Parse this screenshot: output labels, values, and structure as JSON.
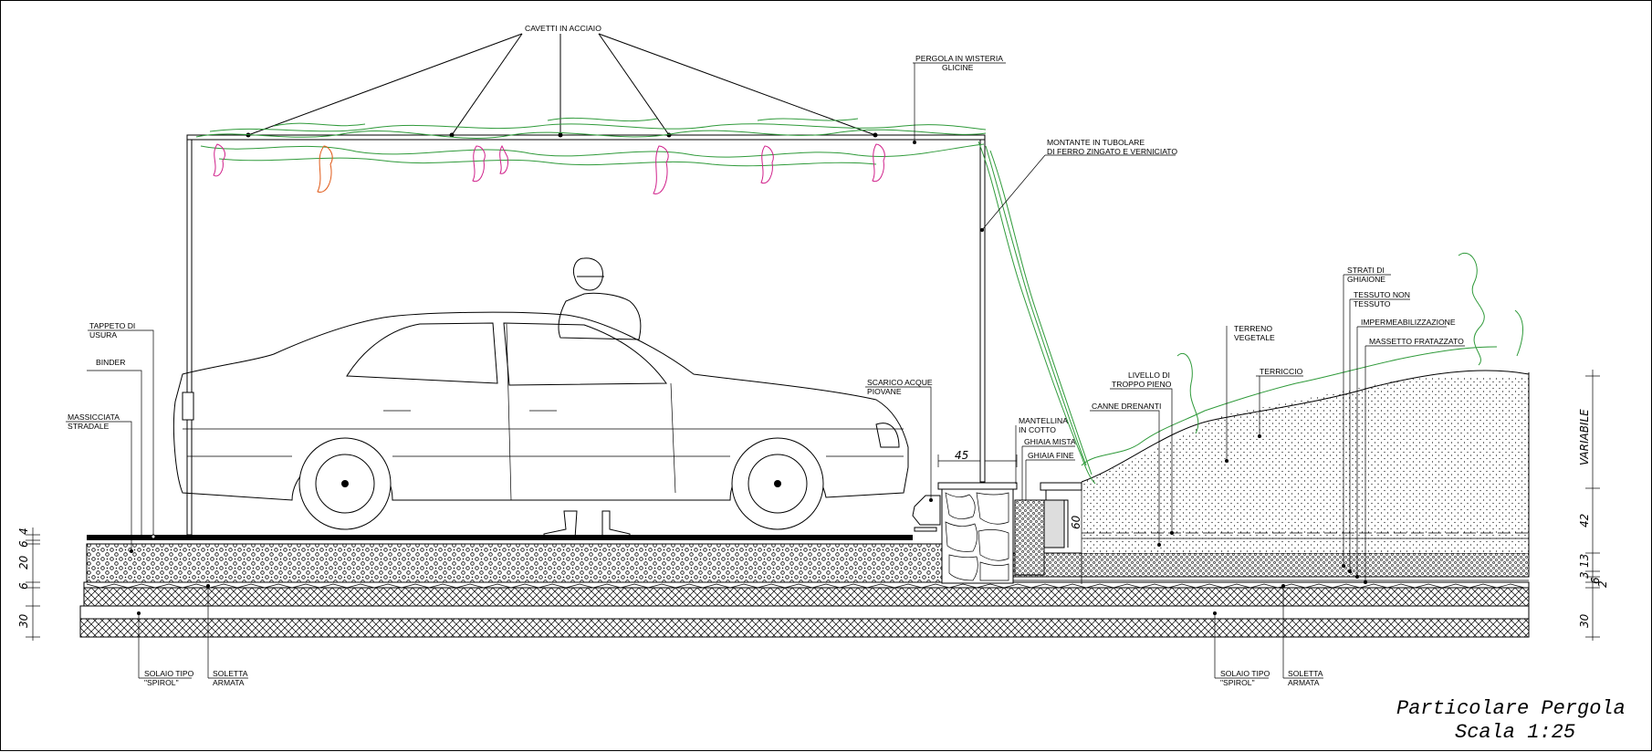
{
  "title": {
    "line1": "Particolare Pergola",
    "line2": "Scala 1:25"
  },
  "labels": {
    "cavetti": "CAVETTI IN ACCIAIO",
    "pergola1": "PERGOLA IN WISTERIA",
    "pergola2": "GLICINE",
    "montante1": "MONTANTE IN TUBOLARE",
    "montante2": "DI FERRO ZINGATO E VERNICIATO",
    "tappeto1": "TAPPETO DI",
    "tappeto2": "USURA",
    "binder": "BINDER",
    "massicciata1": "MASSICCIATA",
    "massicciata2": "STRADALE",
    "scarico1": "SCARICO ACQUE",
    "scarico2": "PIOVANE",
    "mantellina1": "MANTELLINA",
    "mantellina2": "IN COTTO",
    "ghiaia_mista": "GHIAIA MISTA",
    "ghiaia_fine": "GHIAIA FINE",
    "canne": "CANNE DRENANTI",
    "livello1": "LIVELLO DI",
    "livello2": "TROPPO PIENO",
    "terreno1": "TERRENO",
    "terreno2": "VEGETALE",
    "terriccio": "TERRICCIO",
    "strati1": "STRATI DI",
    "strati2": "GHIAIONE",
    "tessuto1": "TESSUTO NON",
    "tessuto2": "TESSUTO",
    "imperm": "IMPERMEABILIZZAZIONE",
    "massetto": "MASSETTO FRATAZZATO",
    "solaio_l1": "SOLAIO TIPO",
    "solaio_l2": "\"SPIROL\"",
    "soletta_l1": "SOLETTA",
    "soletta_l2": "ARMATA",
    "solaio_r1": "SOLAIO TIPO",
    "solaio_r2": "\"SPIROL\"",
    "soletta_r1": "SOLETTA",
    "soletta_r2": "ARMATA"
  },
  "dimensions": {
    "left": [
      "4",
      "6",
      "20",
      "6",
      "30"
    ],
    "right": [
      "VARIABILE",
      "42",
      "13",
      "3",
      "6",
      "2",
      "30"
    ],
    "width_45": "45",
    "height_60": "60"
  },
  "colors": {
    "line": "#000000",
    "wisteria": "#2f9a3a",
    "flower": "#d0208a",
    "flower_accent": "#e05a18"
  }
}
